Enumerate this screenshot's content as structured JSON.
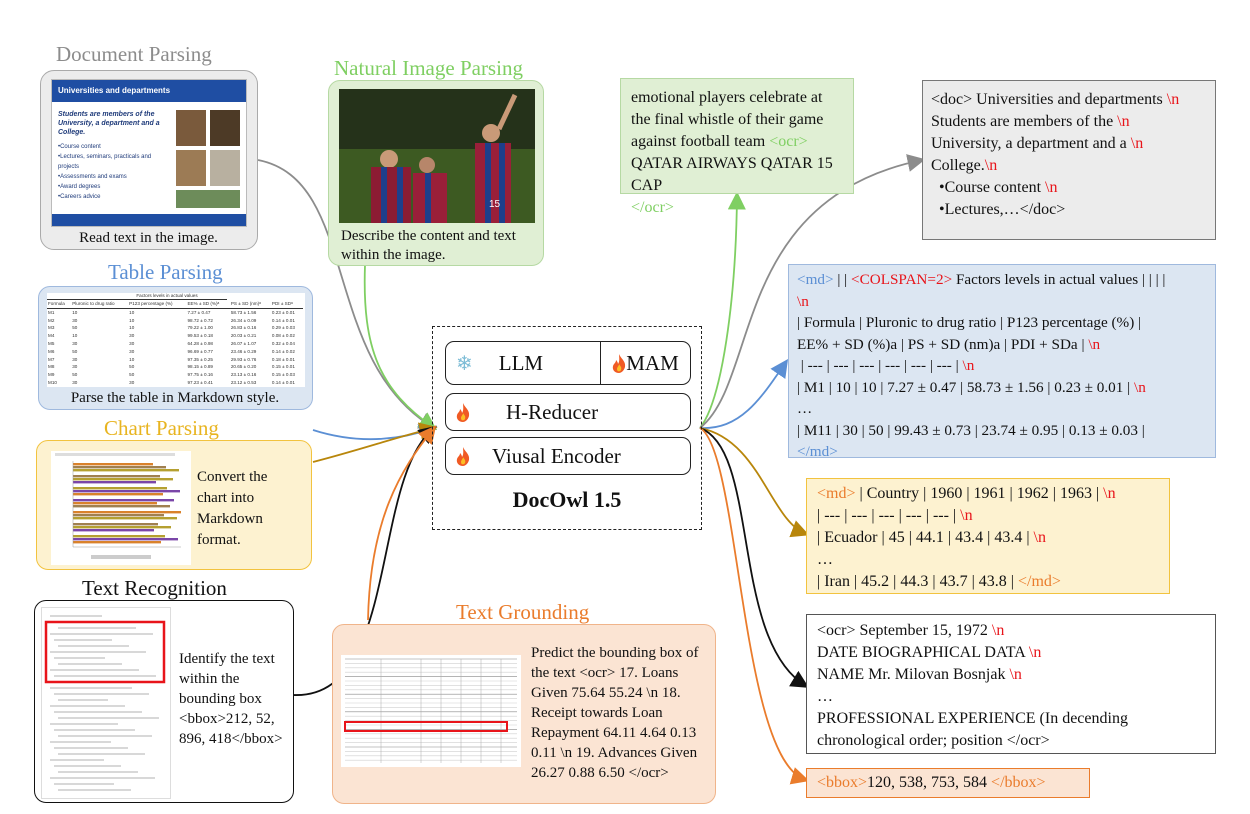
{
  "inputs": {
    "document": {
      "title": "Document Parsing",
      "caption": "Read text in the image.",
      "thumb_header": "Universities and departments",
      "thumb_lead": "Students are members of the University, a department and a College.",
      "thumb_bullets": [
        "•Course content",
        "•Lectures, seminars, practicals and projects",
        "•Assessments and exams",
        "•Award degrees",
        "•Careers advice"
      ]
    },
    "table": {
      "title": "Table Parsing",
      "caption": "Parse the table in Markdown style.",
      "thumb_header": "Factors levels in actual values",
      "thumb_cols": [
        "Formula",
        "Pluronic to drug ratio",
        "P123 percentage (%)",
        "EE% ± SD (%)ᵃ",
        "PS ± SD (nm)ᵃ",
        "PDI ± SDᵃ"
      ],
      "thumb_rows": [
        [
          "M1",
          "10",
          "10",
          "7.27 ± 0.47",
          "58.73 ± 1.56",
          "0.23 ± 0.01"
        ],
        [
          "M2",
          "30",
          "10",
          "98.72 ± 0.72",
          "26.34 ± 0.09",
          "0.14 ± 0.01"
        ],
        [
          "M3",
          "50",
          "10",
          "79.22 ± 1.00",
          "26.83 ± 0.16",
          "0.29 ± 0.03"
        ],
        [
          "M4",
          "10",
          "30",
          "99.53 ± 0.18",
          "20.03 ± 0.21",
          "0.08 ± 0.02"
        ],
        [
          "M5",
          "30",
          "30",
          "64.28 ± 0.98",
          "26.07 ± 1.07",
          "0.32 ± 0.04"
        ],
        [
          "M6",
          "50",
          "30",
          "96.69 ± 0.77",
          "23.46 ± 0.29",
          "0.14 ± 0.02"
        ],
        [
          "M7",
          "30",
          "10",
          "97.35 ± 0.25",
          "29.93 ± 0.76",
          "0.18 ± 0.01"
        ],
        [
          "M8",
          "30",
          "50",
          "98.15 ± 0.89",
          "20.65 ± 0.20",
          "0.15 ± 0.01"
        ],
        [
          "M9",
          "50",
          "50",
          "97.75 ± 0.16",
          "23.13 ± 0.16",
          "0.15 ± 0.03"
        ],
        [
          "M10",
          "30",
          "30",
          "97.23 ± 0.41",
          "23.12 ± 0.53",
          "0.14 ± 0.01"
        ],
        [
          "M11",
          "30",
          "50",
          "99.43 ± 0.73",
          "23.74 ± 0.95",
          "0.13 ± 0.03"
        ]
      ]
    },
    "chart": {
      "title": "Chart Parsing",
      "caption": "Convert the chart into Markdown format."
    },
    "natural": {
      "title": "Natural Image Parsing",
      "caption": "Describe the content and text within the image."
    },
    "textrec": {
      "title": "Text Recognition",
      "caption": "Identify the text within the bounding box <bbox>212, 52, 896, 418</bbox>"
    },
    "grounding": {
      "title": "Text Grounding",
      "caption": "Predict the bounding box of the text <ocr> 17. Loans Given 75.64 55.24 \\n 18. Receipt towards Loan Repayment 64.11 4.64 0.13 0.11 \\n 19. Advances Given 26.27 0.88 6.50 </ocr>"
    }
  },
  "model": {
    "name": "DocOwl 1.5",
    "modules": {
      "llm": "LLM",
      "mam": "MAM",
      "reducer": "H-Reducer",
      "encoder": "Viusal Encoder"
    },
    "icons": {
      "frozen": "snowflake-icon",
      "trainable": "flame-icon"
    }
  },
  "outputs": {
    "natural": {
      "text": "emotional players celebrate at the final whistle of their game against football team",
      "tag_open": "<ocr>",
      "ocr": "QATAR AIRWAYS QATAR 15 CAP",
      "tag_close": "</ocr>"
    },
    "doc": {
      "doc_open": "<doc>",
      "l1": "Universities and departments",
      "nl": "\\n",
      "l2": "Students are members of the",
      "l3": "University, a department and a",
      "l4": "College.",
      "b1": "•Course content",
      "b2": "•Lectures,…</doc>"
    },
    "md_table": {
      "md_open": "<md>",
      "colspan": "<COLSPAN=2>",
      "l1": "| | ",
      "l1b": " Factors levels in actual values | | | |",
      "l2": "| Formula | Pluronic to drug ratio | P123 percentage (%) |",
      "l3": "EE% + SD (%)a | PS + SD (nm)a | PDI + SDa |",
      "l4": "| --- | --- | --- | --- | --- | --- |",
      "l5": "| M1 | 10 | 10 | 7.27 ± 0.47 | 58.73 ± 1.56 | 0.23 ± 0.01 |",
      "ell": "…",
      "l6": "| M11 | 30 | 50 | 99.43 ± 0.73 | 23.74 ± 0.95 | 0.13 ± 0.03 |",
      "md_close": "</md>",
      "nl": "\\n"
    },
    "md_chart": {
      "md_open": "<md>",
      "l1": " | Country | 1960 | 1961 | 1962 | 1963 |",
      "l2": "| --- | --- | --- | --- | --- |",
      "l3": "| Ecuador | 45 | 44.1 | 43.4 | 43.4 |",
      "ell": "…",
      "l4": "| Iran | 45.2 | 44.3 | 43.7 | 43.8 |",
      "md_close": "</md>",
      "nl": "\\n"
    },
    "ocr": {
      "l1": "<ocr> September 15, 1972",
      "l2": "DATE BIOGRAPHICAL DATA",
      "l3": "NAME Mr. Milovan Bosnjak",
      "ell": "…",
      "l4": "PROFESSIONAL EXPERIENCE (In decending",
      "l5": "chronological order; position </ocr>",
      "nl": "\\n"
    },
    "bbox": {
      "open": "<bbox>",
      "value": "120, 538, 753, 584 ",
      "close": "</bbox>"
    }
  },
  "colors": {
    "document": "#8c8c8c",
    "table": "#5b8fd4",
    "chart": "#f2c33f",
    "natural": "#7fcf62",
    "text": "#111111",
    "grounding": "#ea7c2c",
    "chart_arrow": "#b8860b"
  }
}
